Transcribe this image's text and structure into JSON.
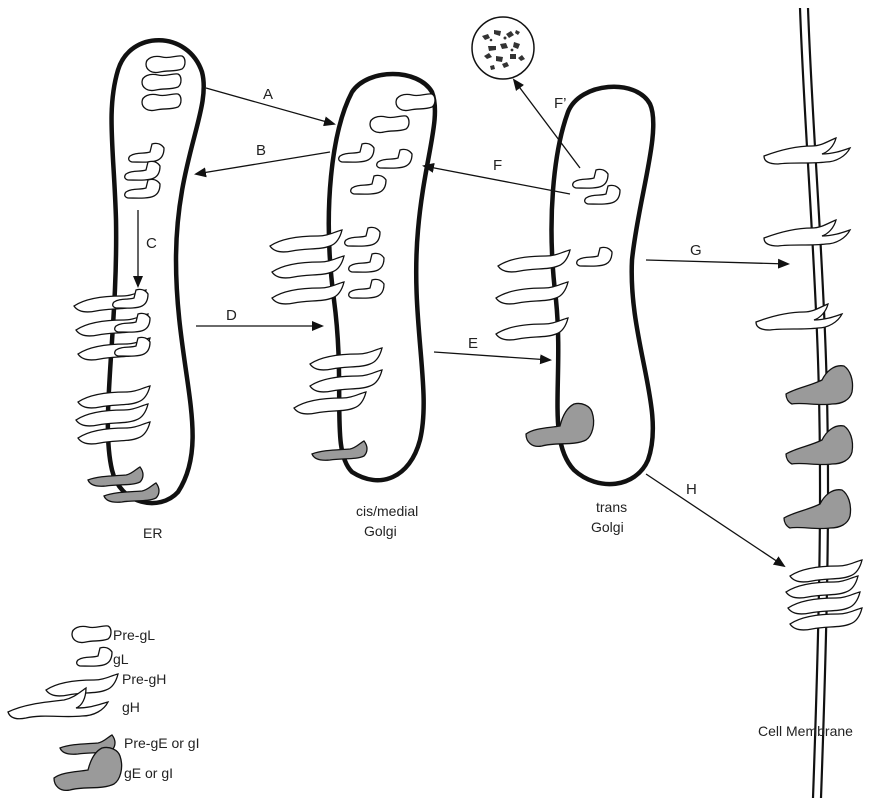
{
  "organelles": {
    "er": "ER",
    "cis_line1": "cis/medial",
    "cis_line2": "Golgi",
    "trans_line1": "trans",
    "trans_line2": "Golgi",
    "membrane": "Cell Membrane"
  },
  "arrows": {
    "a": "A",
    "b": "B",
    "c": "C",
    "d": "D",
    "e": "E",
    "f": "F",
    "f_prime": "F’",
    "g": "G",
    "h": "H"
  },
  "legend": [
    {
      "label": "Pre-gL"
    },
    {
      "label": "gL"
    },
    {
      "label": "Pre-gH"
    },
    {
      "label": "gH"
    },
    {
      "label": "Pre-gE or gI"
    },
    {
      "label": "gE or gI"
    }
  ],
  "colors": {
    "outline": "#111111",
    "white_protein": "#ffffff",
    "gray_protein": "#9a9a9a"
  }
}
